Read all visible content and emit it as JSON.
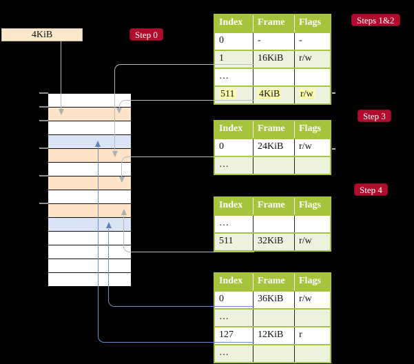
{
  "frame_box": {
    "label": "4KiB"
  },
  "badges": {
    "step0": "Step 0",
    "steps12": "Steps 1&2",
    "step3": "Step 3",
    "step4": "Step 4"
  },
  "table_headers": [
    "Index",
    "Frame",
    "Flags"
  ],
  "tables": [
    {
      "name": "page-table-steps-1-2",
      "rows": [
        {
          "index": "0",
          "frame": "-",
          "flags": "-"
        },
        {
          "index": "1",
          "frame": "16KiB",
          "flags": "r/w"
        },
        {
          "index": "…",
          "frame": "",
          "flags": ""
        },
        {
          "index": "511",
          "frame": "4KiB",
          "flags": "r/w",
          "highlighted": true
        }
      ]
    },
    {
      "name": "page-table-step-3",
      "rows": [
        {
          "index": "0",
          "frame": "24KiB",
          "flags": "r/w"
        },
        {
          "index": "…",
          "frame": "",
          "flags": ""
        }
      ]
    },
    {
      "name": "page-table-step-4",
      "rows": [
        {
          "index": "…",
          "frame": "",
          "flags": ""
        },
        {
          "index": "511",
          "frame": "32KiB",
          "flags": "r/w"
        }
      ]
    },
    {
      "name": "page-table-final",
      "rows": [
        {
          "index": "0",
          "frame": "36KiB",
          "flags": "r/w"
        },
        {
          "index": "…",
          "frame": "",
          "flags": ""
        },
        {
          "index": "127",
          "frame": "12KiB",
          "flags": "r"
        },
        {
          "index": "…",
          "frame": "",
          "flags": ""
        }
      ]
    }
  ],
  "memory": {
    "rows": [
      {
        "kind": "unused"
      },
      {
        "kind": "table-frame"
      },
      {
        "kind": "unused"
      },
      {
        "kind": "page-frame"
      },
      {
        "kind": "table-frame"
      },
      {
        "kind": "unused"
      },
      {
        "kind": "table-frame"
      },
      {
        "kind": "unused"
      },
      {
        "kind": "table-frame"
      },
      {
        "kind": "page-frame"
      },
      {
        "kind": "unused"
      },
      {
        "kind": "unused"
      },
      {
        "kind": "unused"
      },
      {
        "kind": "unused"
      }
    ]
  },
  "colors": {
    "background": "#000000",
    "badge_red": "#b00d2e",
    "table_green": "#a5c43b",
    "table_row_green": "#edf2de",
    "highlight_yellow": "#fdfcab",
    "frame_box_cream": "#fbe8ca",
    "memory_table_frame_peach": "#fde3c7",
    "memory_page_frame_blue": "#dae4f4",
    "gray_line": "#b9bcbd",
    "blue_line": "#6d8ec9"
  }
}
